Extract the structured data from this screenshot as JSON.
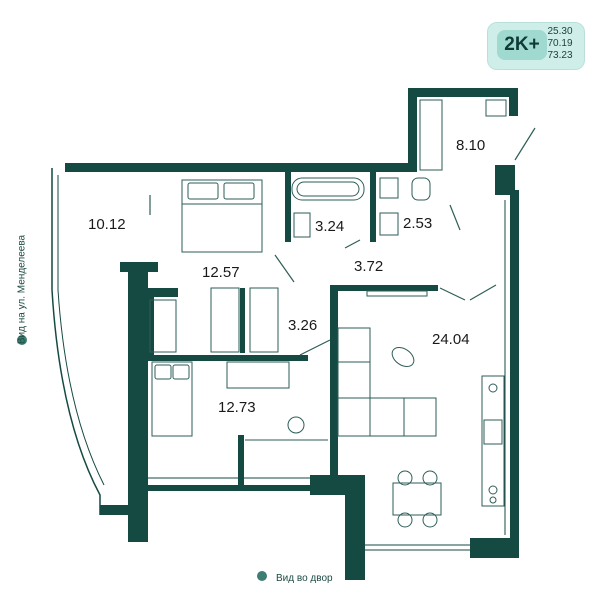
{
  "badge": {
    "type": "2K+",
    "areas": [
      "25.30",
      "70.19",
      "73.23"
    ]
  },
  "rooms": [
    {
      "id": "balcony",
      "area": "10.12"
    },
    {
      "id": "bedroom-main",
      "area": "12.57"
    },
    {
      "id": "bathroom",
      "area": "3.24"
    },
    {
      "id": "toilet",
      "area": "2.53"
    },
    {
      "id": "storage-room",
      "area": "8.10"
    },
    {
      "id": "hallway",
      "area": "3.72"
    },
    {
      "id": "wardrobe",
      "area": "3.26"
    },
    {
      "id": "kitchen-living",
      "area": "24.04"
    },
    {
      "id": "bedroom-second",
      "area": "12.73"
    }
  ],
  "views": {
    "side": "Вид на ул. Менделеева",
    "yard": "Вид во двор"
  },
  "colors": {
    "wall": "#154a43",
    "furniture": "#2e5e57",
    "badge_bg": "#cfeee9",
    "badge_accent": "#9fd9cf"
  }
}
